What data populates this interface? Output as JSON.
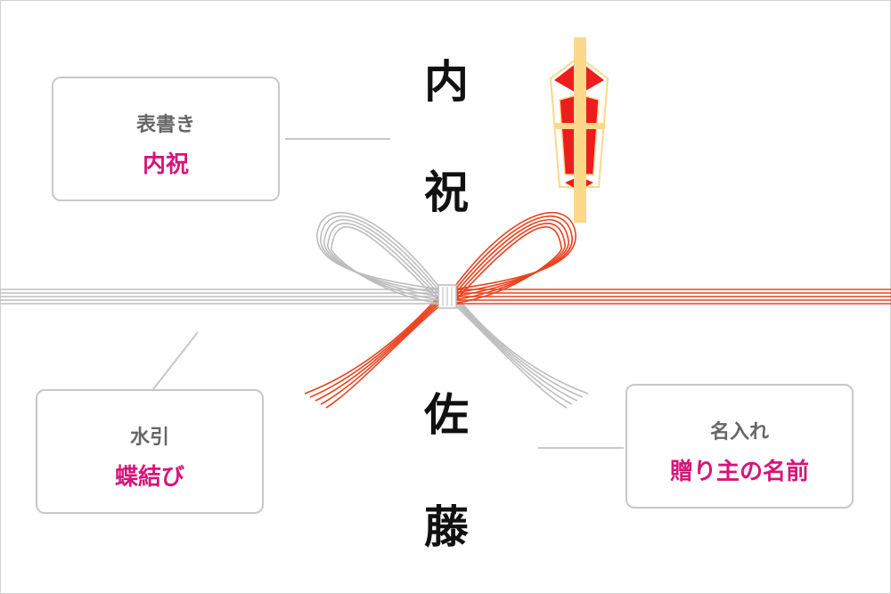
{
  "callouts": {
    "omotegaki": {
      "label": "表書き",
      "value": "内祝"
    },
    "mizuhiki": {
      "label": "水引",
      "value": "蝶結び"
    },
    "naire": {
      "label": "名入れ",
      "value": "贈り主の名前"
    }
  },
  "envelope": {
    "top_text": [
      "内",
      "祝"
    ],
    "bottom_text": [
      "佐",
      "藤"
    ]
  },
  "colors": {
    "accent": "#d6157a",
    "red_cord": "#e8431f",
    "silver_cord": "#bdbdbd",
    "noshi_gold": "#fbd88a",
    "noshi_red": "#ee1c1c"
  }
}
